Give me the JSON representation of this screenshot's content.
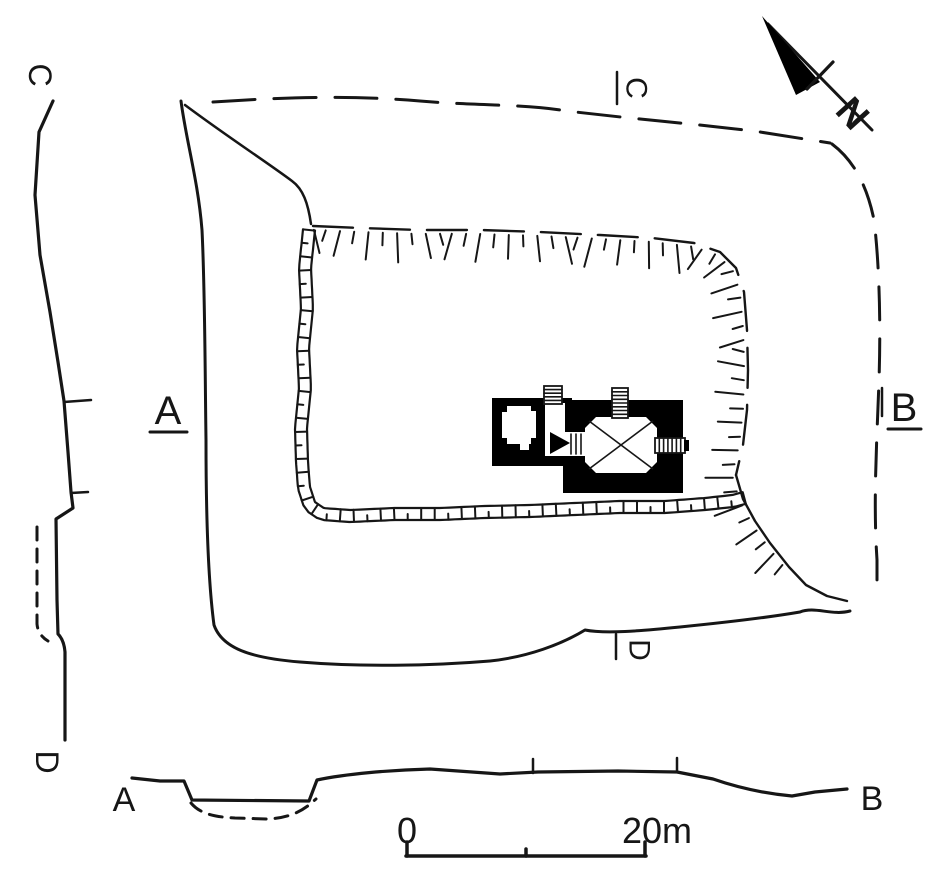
{
  "north_arrow": {
    "label": "N"
  },
  "plan": {
    "label_a": "A",
    "label_b": "B",
    "label_c": "C",
    "label_d": "D"
  },
  "profile_cd": {
    "top_label": "C",
    "bottom_label": "D"
  },
  "profile_ab": {
    "left_label": "A",
    "right_label": "B"
  },
  "scale_bar": {
    "zero_label": "0",
    "max_label": "20m"
  },
  "colors": {
    "ink": "#161616",
    "building_fill": "#000000",
    "background": "#ffffff"
  }
}
